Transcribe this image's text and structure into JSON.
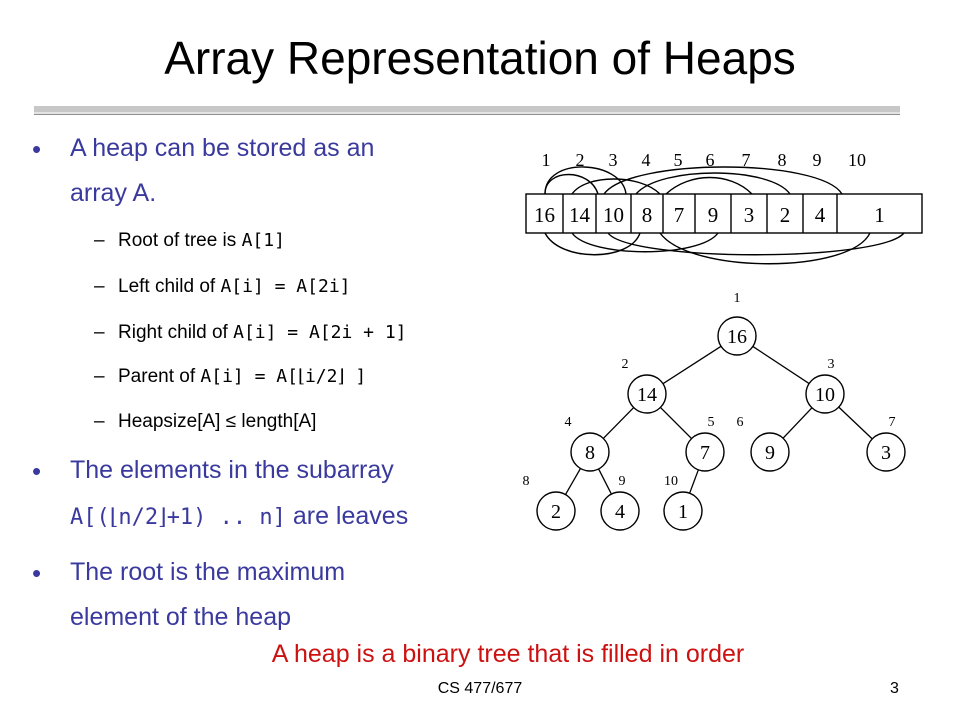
{
  "slide": {
    "title": "Array Representation of Heaps",
    "bullets": [
      {
        "text": "A heap can be stored as an",
        "text_line2": "array A.",
        "sub": [
          {
            "pre": "Root of tree is ",
            "code": "A[1]"
          },
          {
            "pre": "Left child of ",
            "code": "A[i] = A[2i]"
          },
          {
            "pre": "Right child of ",
            "code": "A[i] = A[2i + 1]"
          },
          {
            "pre": "Parent of ",
            "code1": "A[i] = A[",
            "floor_l": "⌊",
            "code2": "i/2",
            "floor_r": "⌋",
            "code3": " ]"
          },
          {
            "pre": "Heapsize[A] ≤ length[A]"
          }
        ]
      },
      {
        "text": "The elements in the subarray",
        "line2_code1": "A[(",
        "line2_floor_l": "⌊",
        "line2_code2": "n/2",
        "line2_floor_r": "⌋",
        "line2_code3": "+1) .. n]",
        "line2_text": " are leaves"
      },
      {
        "text": "The root is the maximum",
        "text_line2": "element of the heap"
      }
    ],
    "caption": "A heap is a binary tree that is filled in order",
    "footer": "CS 477/677",
    "page_number": "3",
    "bullet_glyph": "•",
    "dash_glyph": "–"
  },
  "array": {
    "indices": [
      "1",
      "2",
      "3",
      "4",
      "5",
      "6",
      "7",
      "8",
      "9",
      "10"
    ],
    "values": [
      "16",
      "14",
      "10",
      "8",
      "7",
      "9",
      "3",
      "2",
      "4",
      "1"
    ]
  },
  "tree": {
    "nodes": [
      {
        "index": "1",
        "value": "16"
      },
      {
        "index": "2",
        "value": "14"
      },
      {
        "index": "3",
        "value": "10"
      },
      {
        "index": "4",
        "value": "8"
      },
      {
        "index": "5",
        "value": "7"
      },
      {
        "index": "6",
        "value": "9"
      },
      {
        "index": "7",
        "value": "3"
      },
      {
        "index": "8",
        "value": "2"
      },
      {
        "index": "9",
        "value": "4"
      },
      {
        "index": "10",
        "value": "1"
      }
    ]
  }
}
